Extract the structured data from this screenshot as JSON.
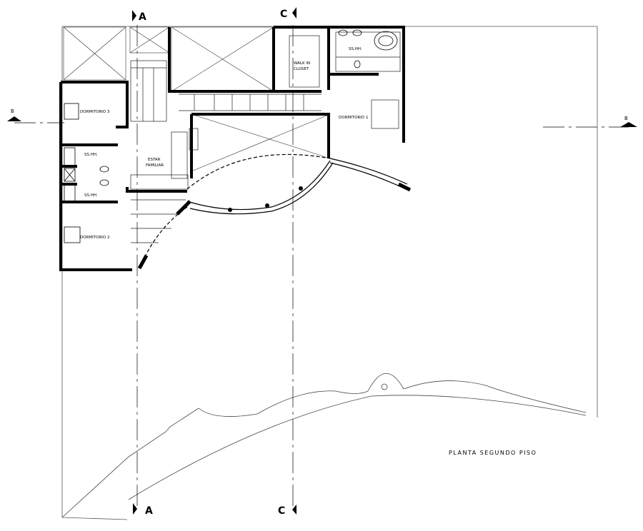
{
  "drawing": {
    "title": "PLANTA SEGUNDO PISO",
    "rooms": {
      "dormitorio_3": "DORMITORIO 3",
      "dormitorio_2": "DORMITORIO 2",
      "dormitorio_1": "DORMITORIO 1",
      "sshh_1": "SS.HH.",
      "sshh_2": "SS.HH.",
      "sshh_3": "SS.HH.",
      "walk_in_line1": "WALK IN",
      "walk_in_line2": "CLOSET",
      "estar_line1": "ESTAR",
      "estar_line2": "FAMILIAR"
    },
    "section_markers": {
      "a_top": "A",
      "a_bottom": "A",
      "c_top": "C",
      "c_bottom": "C",
      "b_left": "B",
      "b_right": "B"
    }
  },
  "colors": {
    "line": "#000000",
    "background": "#ffffff"
  }
}
